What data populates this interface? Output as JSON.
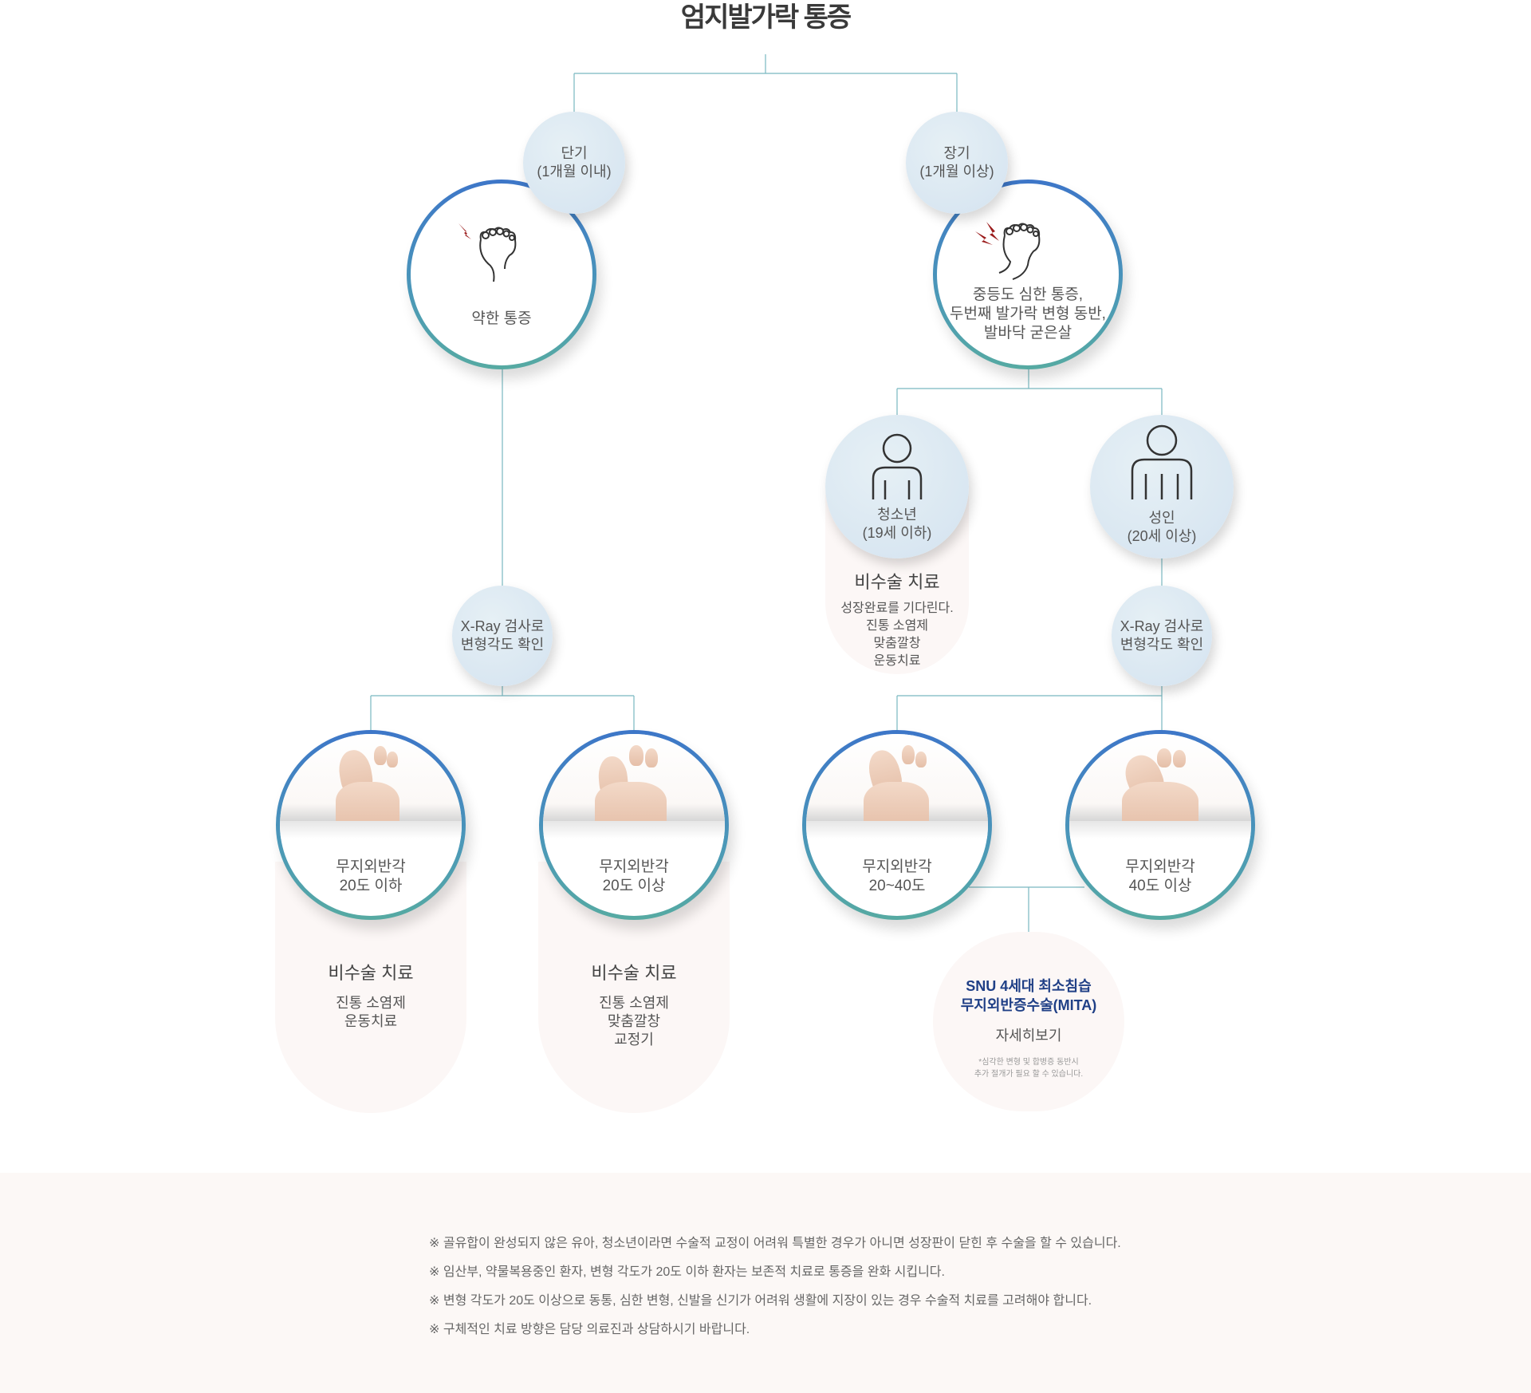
{
  "title": "엄지발가락 통증",
  "short_term": {
    "line1": "단기",
    "line2": "(1개월 이내)"
  },
  "long_term": {
    "line1": "장기",
    "line2": "(1개월 이상)"
  },
  "mild_pain": "약한 통증",
  "severe_pain": {
    "line1": "중등도 심한 통증,",
    "line2": "두번째 발가락 변형 동반,",
    "line3": "발바닥 굳은살"
  },
  "teen": {
    "line1": "청소년",
    "line2": "(19세 이하)"
  },
  "adult": {
    "line1": "성인",
    "line2": "(20세 이상)"
  },
  "teen_treatment": {
    "title": "비수술 치료",
    "lines": [
      "성장완료를 기다린다.",
      "진통 소염제",
      "맞춤깔창",
      "운동치료"
    ]
  },
  "xray_left": {
    "line1": "X-Ray 검사로",
    "line2": "변형각도 확인"
  },
  "xray_right": {
    "line1": "X-Ray 검사로",
    "line2": "변형각도 확인"
  },
  "angles": [
    {
      "line1": "무지외반각",
      "line2": "20도 이하"
    },
    {
      "line1": "무지외반각",
      "line2": "20도 이상"
    },
    {
      "line1": "무지외반각",
      "line2": "20~40도"
    },
    {
      "line1": "무지외반각",
      "line2": "40도 이상"
    }
  ],
  "treat1": {
    "title": "비수술 치료",
    "lines": [
      "진통 소염제",
      "운동치료"
    ]
  },
  "treat2": {
    "title": "비수술 치료",
    "lines": [
      "진통 소염제",
      "맞춤깔창",
      "교정기"
    ]
  },
  "surgery": {
    "line1": "SNU 4세대 최소침습",
    "line2": "무지외반증수술(MITA)",
    "link": "자세히보기",
    "note1": "*심각한 변형 및 합병증 동반시",
    "note2": "추가 절개가 필요 할 수 있습니다."
  },
  "notes": [
    "※ 골유합이 완성되지 않은 유아, 청소년이라면 수술적 교정이 어려워 특별한 경우가 아니면 성장판이 닫힌 후 수술을 할 수 있습니다.",
    "※ 임산부, 약물복용중인 환자, 변형 각도가 20도 이하 환자는 보존적 치료로 통증을 완화 시킵니다.",
    "※ 변형 각도가 20도 이상으로 동통, 심한 변형, 신발을 신기가 어려워 생활에 지장이 있는 경우 수술적 치료를 고려해야 합니다.",
    "※ 구체적인 치료 방향은 담당 의료진과 상담하시기 바랍니다."
  ],
  "colors": {
    "ring_top": "#3d76c8",
    "ring_bottom": "#56aaa2",
    "line": "#6ab0b8",
    "surgery_title": "#1f3f86",
    "lightning": "#9b1c1c"
  },
  "icons": [
    "foot-pain-icon",
    "person-icon",
    "foot-photo"
  ]
}
